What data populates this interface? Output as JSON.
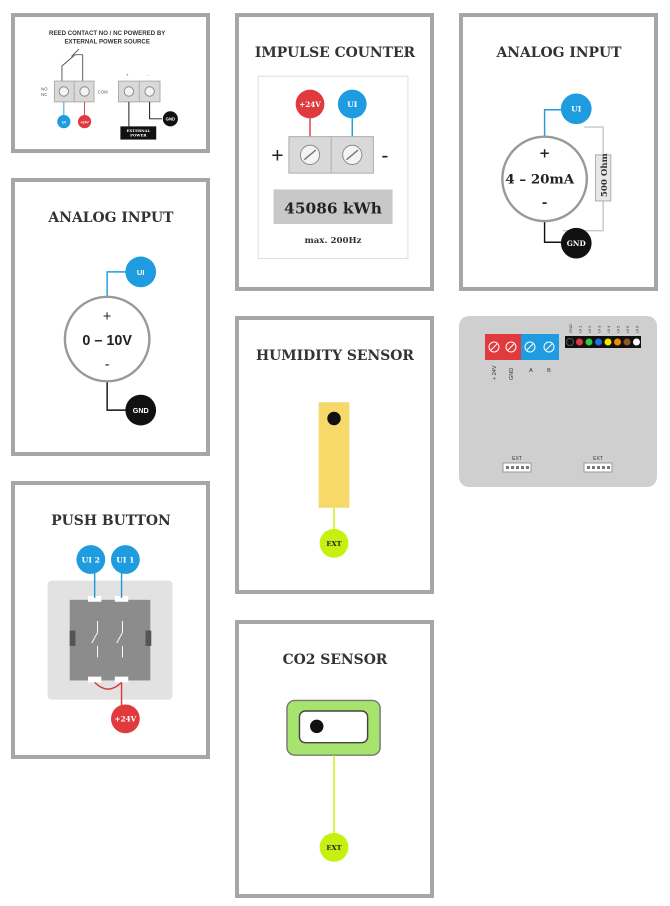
{
  "reed": {
    "title_line1": "REED CONTACT NO / NC POWERED BY",
    "title_line2": "EXTERNAL POWER SOURCE",
    "label_no": "NO",
    "label_nc": "NC",
    "label_com": "COM",
    "label_plus": "+",
    "label_minus": "-",
    "ui": "UI",
    "plus24": "+24V",
    "gnd": "GND",
    "ext_power_1": "EXTERNAL",
    "ext_power_2": "POWER"
  },
  "impulse": {
    "title": "IMPULSE COUNTER",
    "plus24": "+24V",
    "ui": "UI",
    "plus": "+",
    "minus": "-",
    "reading": "45086 kWh",
    "max": "max. 200Hz"
  },
  "analog_ma": {
    "title": "ANALOG INPUT",
    "ui": "UI",
    "plus": "+",
    "range": "4 – 20mA",
    "minus": "-",
    "resistor": "500 Ohm",
    "gnd": "GND"
  },
  "analog_v": {
    "title": "ANALOG INPUT",
    "ui": "UI",
    "plus": "+",
    "range": "0 – 10V",
    "minus": "-",
    "gnd": "GND"
  },
  "humidity": {
    "title": "HUMIDITY SENSOR",
    "ext": "EXT"
  },
  "co2": {
    "title": "CO2 SENSOR",
    "ext": "EXT"
  },
  "push": {
    "title": "PUSH BUTTON",
    "ui2": "UI 2",
    "ui1": "UI 1",
    "plus24": "+24V"
  },
  "device": {
    "plus24": "+ 24V",
    "gnd": "GND",
    "a": "A",
    "b": "B",
    "pins": [
      "GND",
      "UI 1",
      "UI 2",
      "UI 3",
      "UI 4",
      "UI 5",
      "UI 6",
      "UI 6"
    ],
    "ext1": "EXT",
    "ext2": "EXT"
  },
  "colors": {
    "card_border": "#a6a6a6",
    "red": "#e03a3e",
    "blue": "#1f9ce0",
    "black": "#111111",
    "lime": "#c7f00f",
    "yellow_sensor": "#f7d96a",
    "co2_green": "#a6e46e"
  }
}
